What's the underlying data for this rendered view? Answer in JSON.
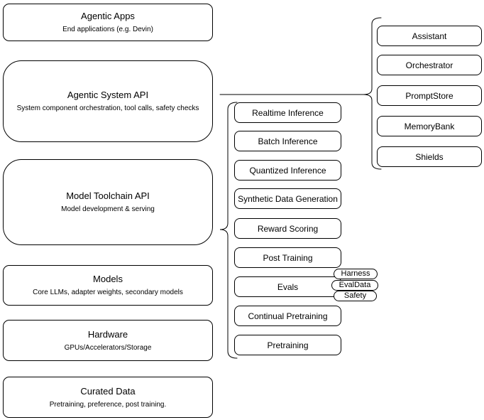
{
  "colors": {
    "background": "#ffffff",
    "stroke": "#000000",
    "text": "#000000"
  },
  "left_stack": [
    {
      "title": "Agentic Apps",
      "subtitle": "End applications (e.g. Devin)"
    },
    {
      "title": "Agentic System API",
      "subtitle": "System component orchestration, tool calls, safety checks"
    },
    {
      "title": "Model Toolchain API",
      "subtitle": "Model development & serving"
    },
    {
      "title": "Models",
      "subtitle": "Core LLMs, adapter weights, secondary models"
    },
    {
      "title": "Hardware",
      "subtitle": "GPUs/Accelerators/Storage"
    },
    {
      "title": "Curated Data",
      "subtitle": "Pretraining, preference, post training."
    }
  ],
  "toolchain_items": [
    {
      "label": "Realtime Inference"
    },
    {
      "label": "Batch Inference"
    },
    {
      "label": "Quantized Inference"
    },
    {
      "label": "Synthetic Data Generation"
    },
    {
      "label": "Reward Scoring"
    },
    {
      "label": "Post Training"
    },
    {
      "label": "Evals"
    },
    {
      "label": "Continual Pretraining"
    },
    {
      "label": "Pretraining"
    }
  ],
  "evals_tags": [
    {
      "label": "Harness"
    },
    {
      "label": "EvalData"
    },
    {
      "label": "Safety"
    }
  ],
  "system_items": [
    {
      "label": "Assistant"
    },
    {
      "label": "Orchestrator"
    },
    {
      "label": "PromptStore"
    },
    {
      "label": "MemoryBank"
    },
    {
      "label": "Shields"
    }
  ]
}
